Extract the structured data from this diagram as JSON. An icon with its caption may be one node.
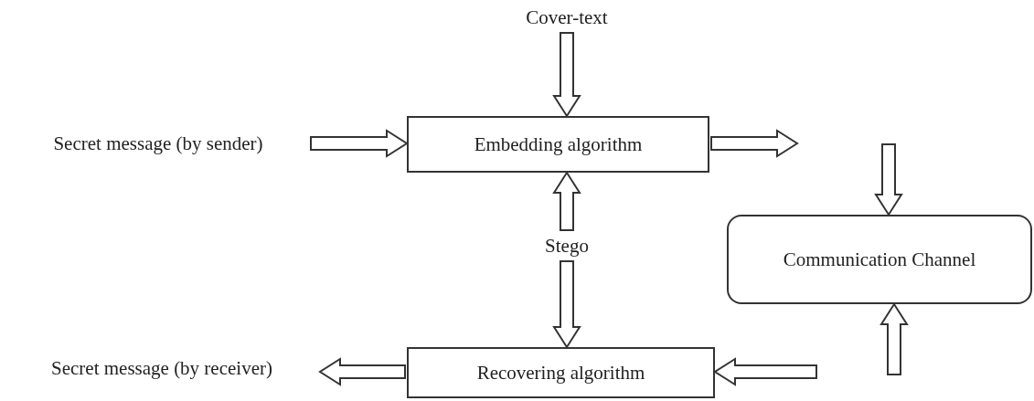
{
  "diagram": {
    "nodes": [
      {
        "text": [
          "Cover-text"
        ]
      },
      {
        "text": [
          "Embedding algorithm"
        ]
      },
      {
        "text": [
          "Secret message (by sender)"
        ]
      },
      {
        "text": [
          "Communication Channel"
        ]
      },
      {
        "text": [
          "Stego"
        ]
      },
      {
        "text": [
          "Recovering algorithm"
        ]
      },
      {
        "text": [
          "Secret message (by receiver)"
        ]
      }
    ],
    "edges": [
      {
        "from": 0,
        "to": 1,
        "arrow": "to"
      },
      {
        "from": 2,
        "to": 1,
        "arrow": "to"
      },
      {
        "from": 1,
        "to": null,
        "arrow": "to"
      },
      {
        "from": null,
        "to": 3,
        "arrow": "to"
      },
      {
        "from": 4,
        "to": 1,
        "arrow": "to"
      },
      {
        "from": 4,
        "to": 5,
        "arrow": "to"
      },
      {
        "from": null,
        "to": 3,
        "arrow": "to"
      },
      {
        "from": null,
        "to": 5,
        "arrow": "to"
      },
      {
        "from": 5,
        "to": 6,
        "arrow": "to"
      }
    ]
  }
}
